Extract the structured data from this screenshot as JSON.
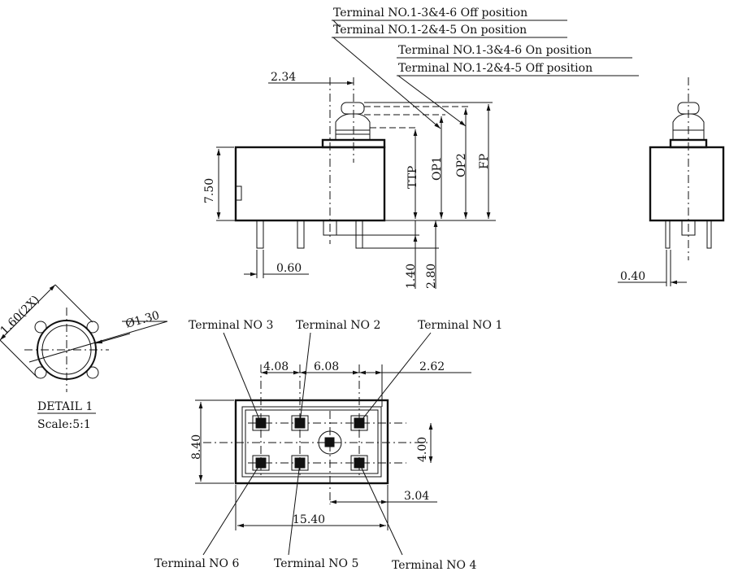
{
  "notes": {
    "n1": "Terminal NO.1-3&4-6 Off position",
    "n2": "Terminal NO.1-2&4-5 On position",
    "n3": "Terminal NO.1-3&4-6 On position",
    "n4": "Terminal NO.1-2&4-5 Off position"
  },
  "side_view": {
    "dim_offset": "2.34",
    "dim_height": "7.50",
    "dim_pin_width": "0.60",
    "dim_pin1": "1.40",
    "dim_pin2": "2.80",
    "ttp": "TTP",
    "op1": "OP1",
    "op2": "OP2",
    "fp": "FP"
  },
  "end_view": {
    "dim_pin": "0.40"
  },
  "detail": {
    "dim_spacing": "1.60(2X)",
    "dim_diameter": "Ø1.30",
    "title": "DETAIL 1",
    "scale": "Scale:5:1"
  },
  "bottom_view": {
    "terminals": [
      "Terminal NO 1",
      "Terminal NO 2",
      "Terminal NO 3",
      "Terminal NO 4",
      "Terminal NO 5",
      "Terminal NO 6"
    ],
    "dim_a": "4.08",
    "dim_b": "6.08",
    "dim_c": "2.62",
    "dim_height": "8.40",
    "dim_row": "4.00",
    "dim_center": "3.04",
    "dim_length": "15.40"
  }
}
